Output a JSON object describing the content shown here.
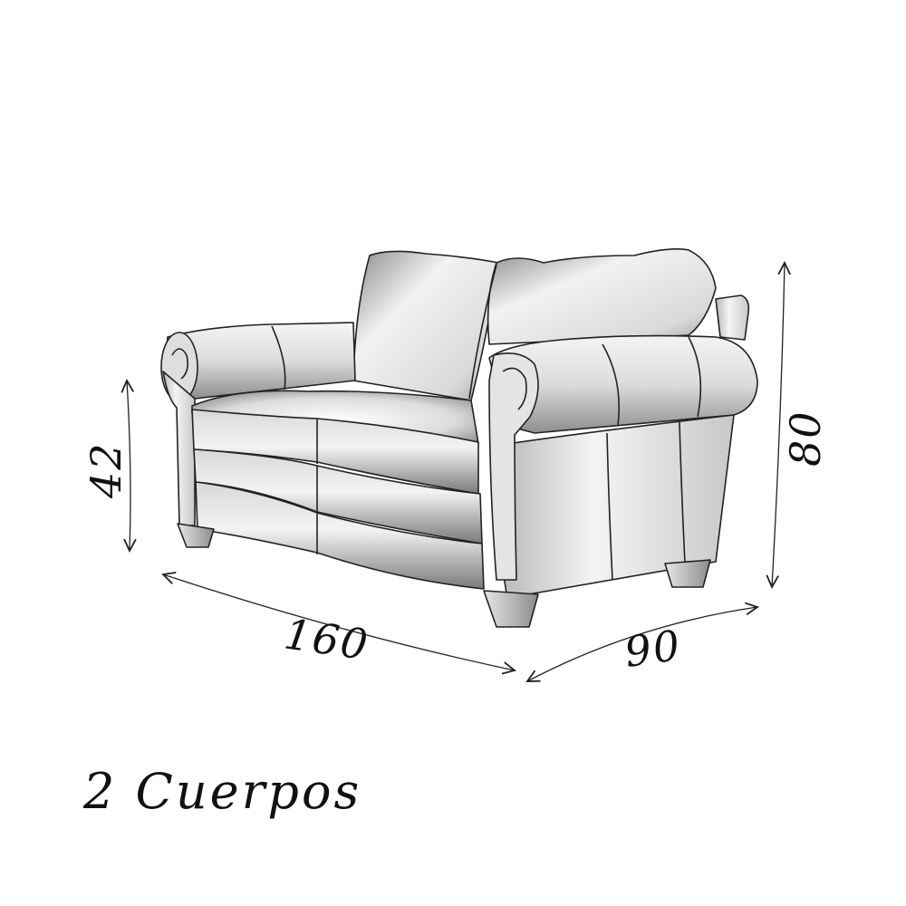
{
  "dimensions": {
    "seat_height": "42",
    "total_height": "80",
    "width": "160",
    "depth": "90"
  },
  "caption": "2 Cuerpos"
}
